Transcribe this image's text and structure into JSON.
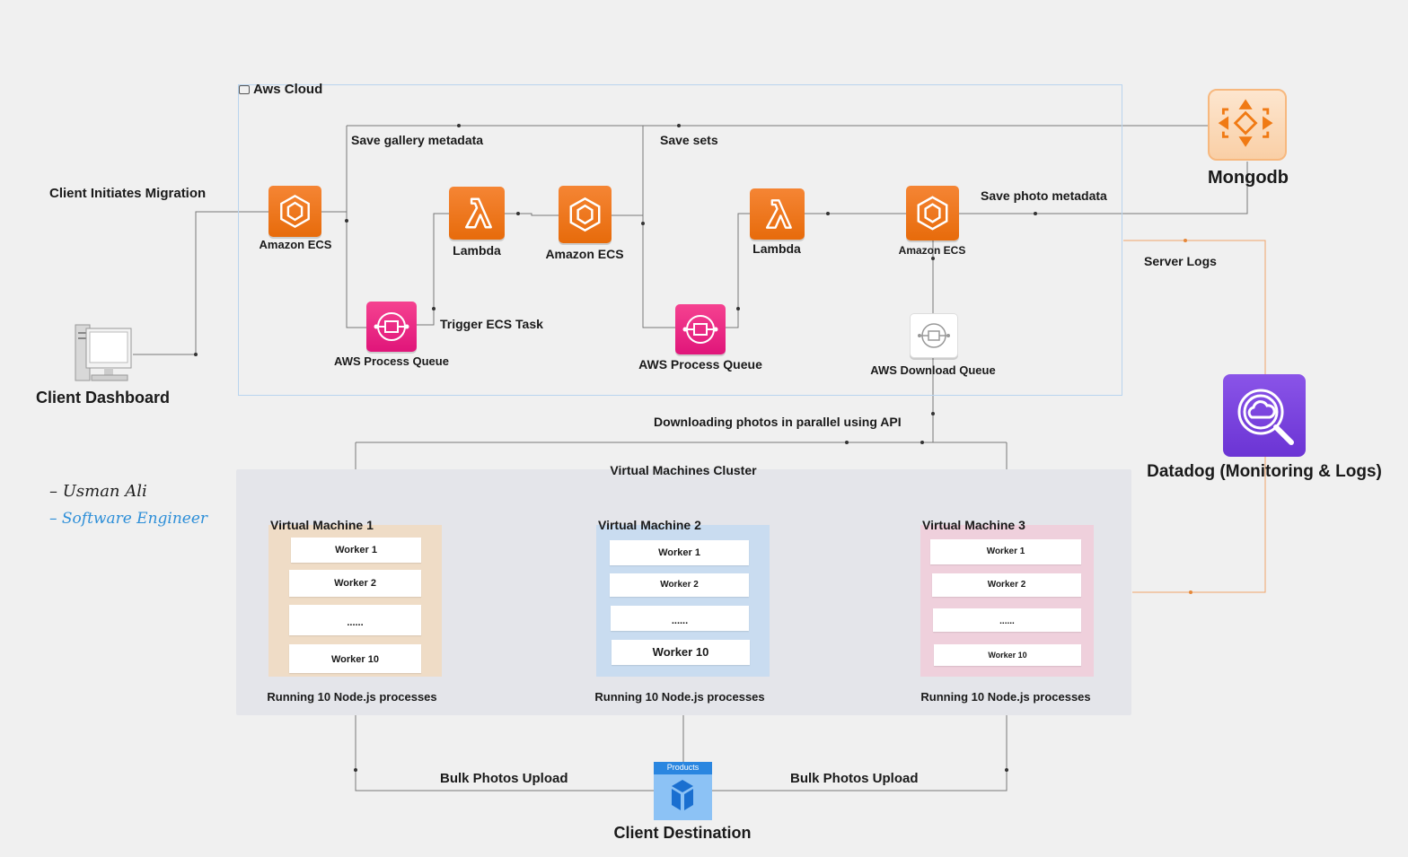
{
  "aws": {
    "title": "Aws Cloud"
  },
  "labels": {
    "client_initiates": "Client Initiates Migration",
    "client_dashboard": "Client Dashboard",
    "save_gallery": "Save gallery metadata",
    "save_sets": "Save sets",
    "save_photo": "Save photo metadata",
    "trigger_ecs": "Trigger ECS Task",
    "server_logs": "Server Logs",
    "downloading": "Downloading photos in parallel using API",
    "cluster_title": "Virtual Machines Cluster",
    "bulk_left": "Bulk Photos Upload",
    "bulk_right": "Bulk Photos Upload",
    "client_destination": "Client Destination",
    "products_tag": "Products"
  },
  "services": {
    "ecs1": "Amazon ECS",
    "lambda1": "Lambda",
    "ecs2": "Amazon ECS",
    "lambda2": "Lambda",
    "ecs3": "Amazon ECS",
    "queue1": "AWS Process Queue",
    "queue2": "AWS Process Queue",
    "download_queue": "AWS Download Queue",
    "mongodb": "Mongodb",
    "datadog": "Datadog (Monitoring & Logs)"
  },
  "vms": [
    {
      "title": "Virtual Machine 1",
      "workers": [
        "Worker 1",
        "Worker 2",
        "......",
        "Worker 10"
      ],
      "caption": "Running 10 Node.js processes",
      "bg": "#efdcc6"
    },
    {
      "title": "Virtual Machine 2",
      "workers": [
        "Worker 1",
        "Worker 2",
        "......",
        "Worker 10"
      ],
      "caption": "Running 10 Node.js processes",
      "bg": "#c9dcf0"
    },
    {
      "title": "Virtual Machine 3",
      "workers": [
        "Worker 1",
        "Worker 2",
        "......",
        "Worker 10"
      ],
      "caption": "Running 10 Node.js processes",
      "bg": "#efd0dc"
    }
  ],
  "signature": {
    "name": "– Usman Ali",
    "role": "– Software Engineer"
  },
  "colors": {
    "aws_orange": "#ed7211",
    "sqs_pink": "#e7157b",
    "datadog_purple": "#7a44e0",
    "log_line": "#f0a56a",
    "wire": "#777777"
  }
}
